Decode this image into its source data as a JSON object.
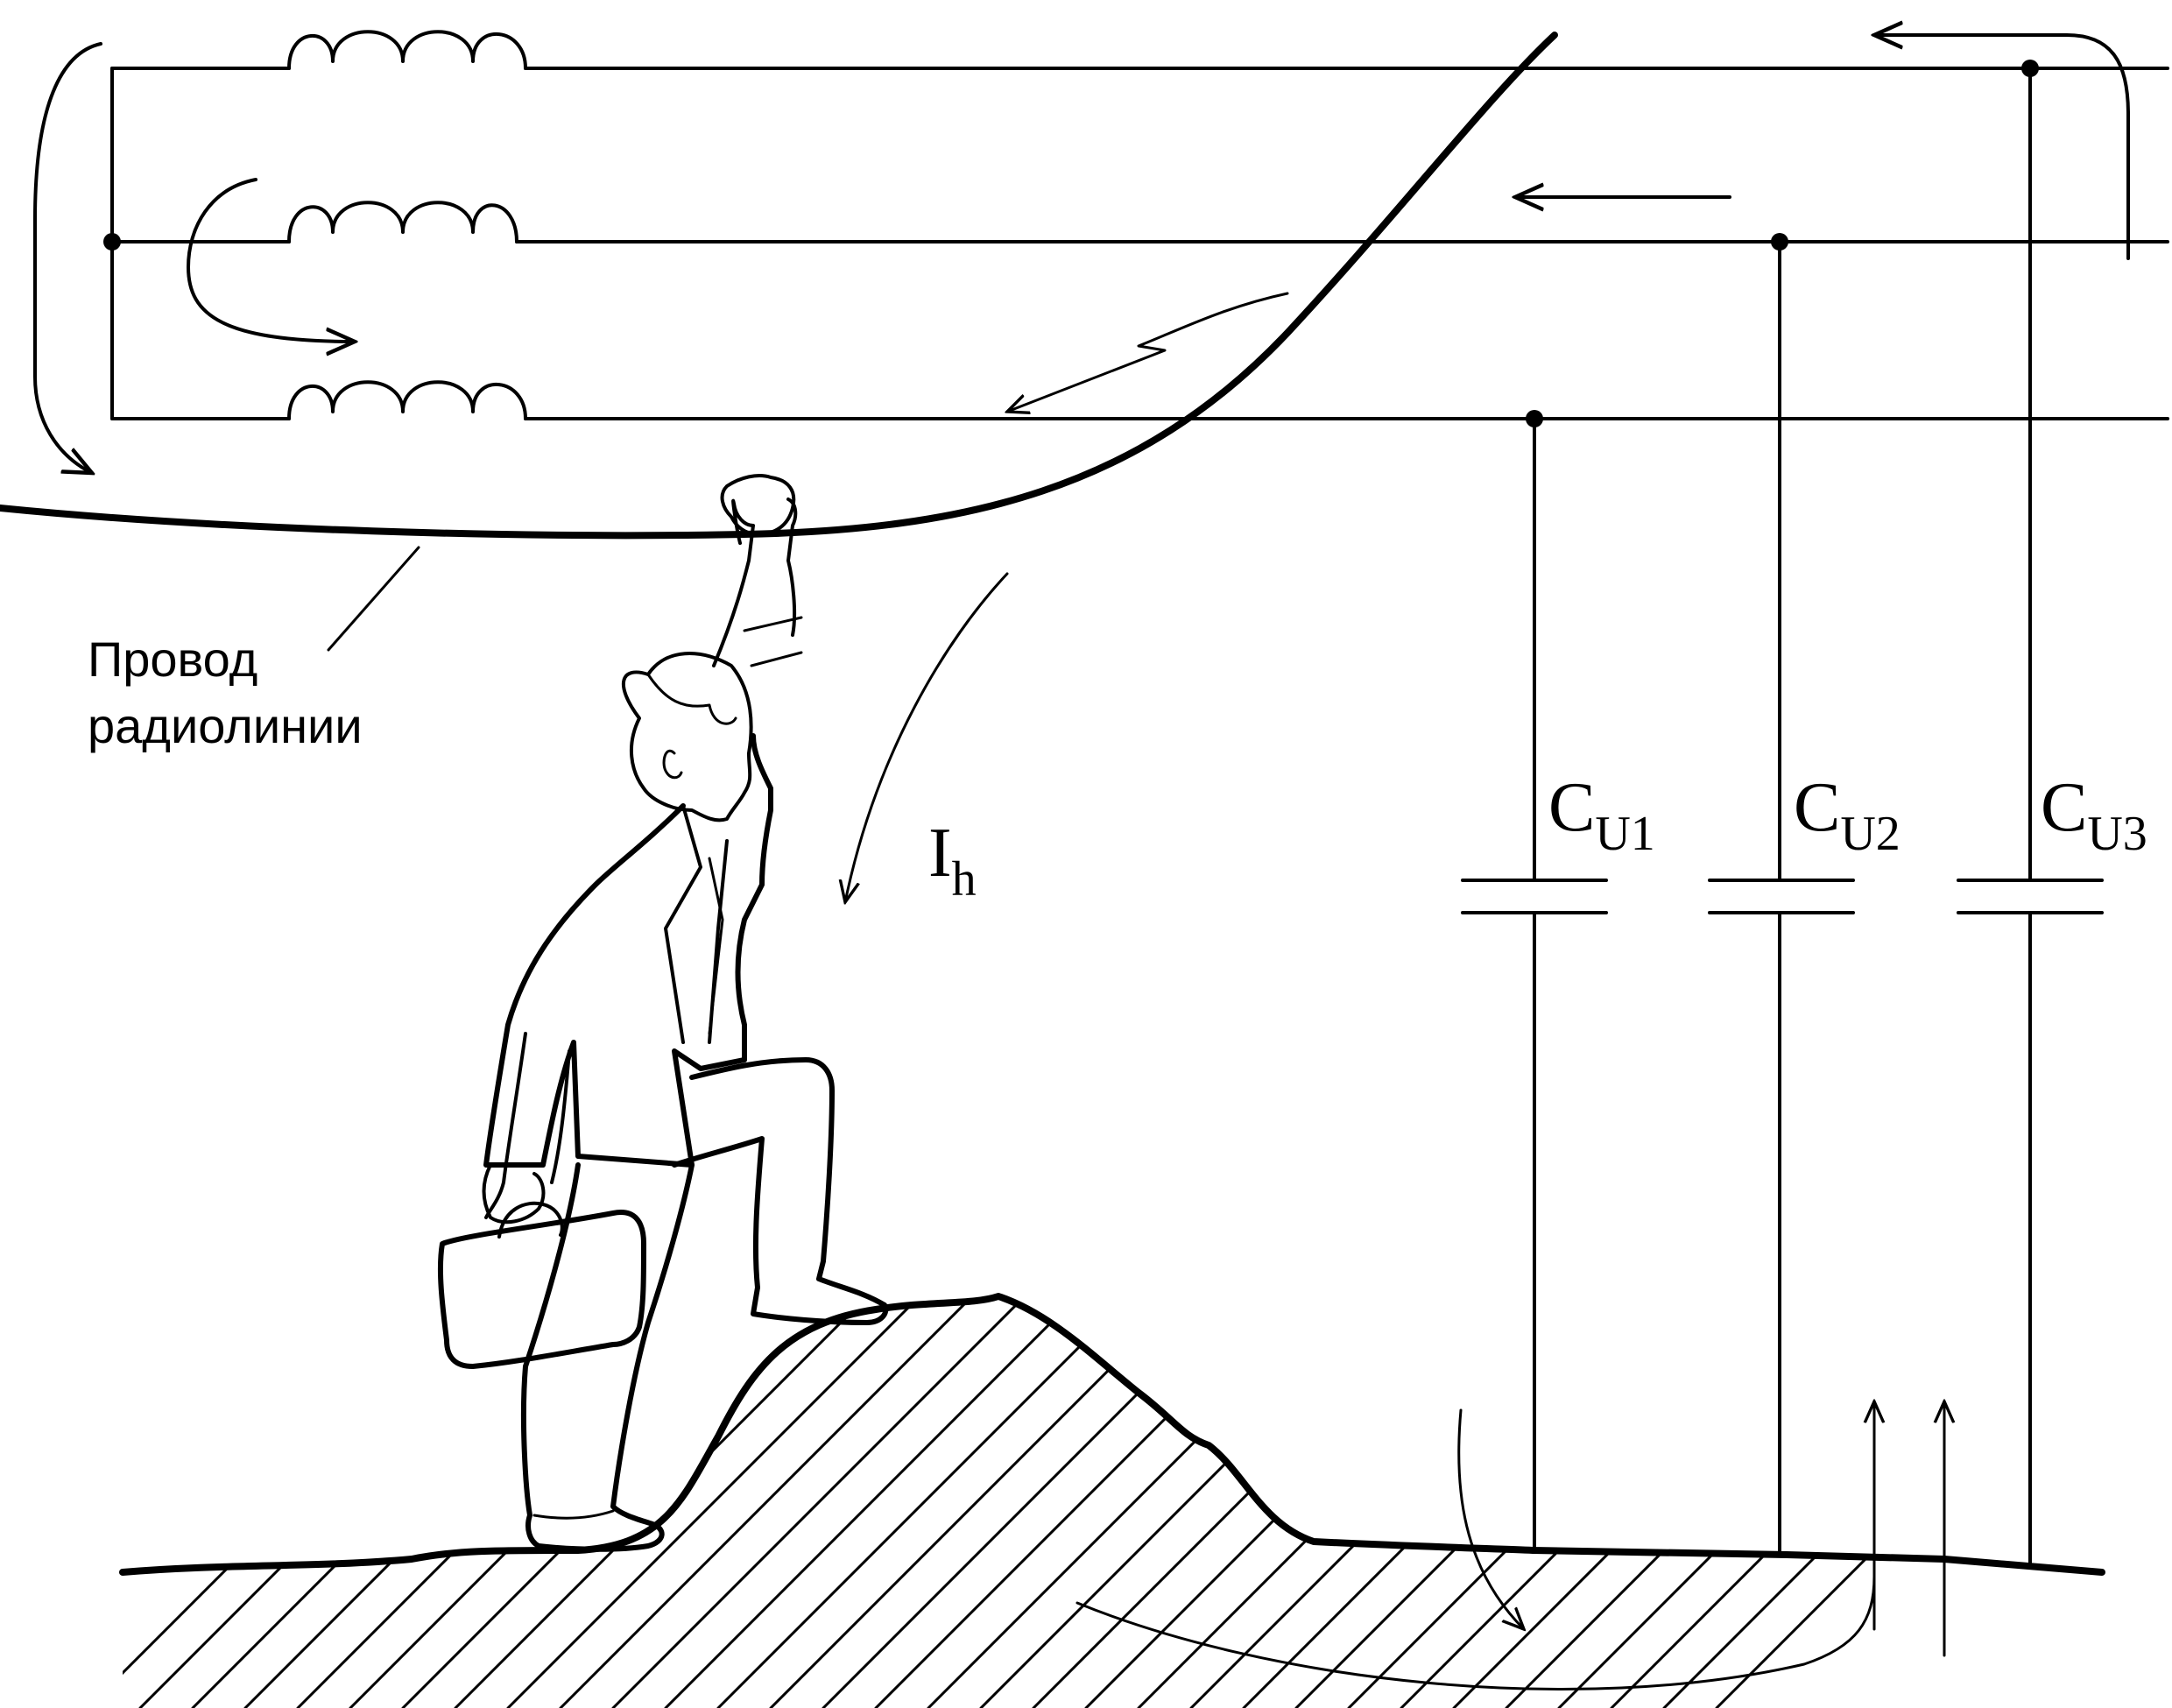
{
  "labels": {
    "wire_line1": "Провод",
    "wire_line2": "радиолинии",
    "current_main": "I",
    "current_sub": "h"
  },
  "capacitors": [
    {
      "main": "C",
      "sub": "U1"
    },
    {
      "main": "C",
      "sub": "U2"
    },
    {
      "main": "C",
      "sub": "U3"
    }
  ],
  "colors": {
    "ink": "#000000",
    "background": "#ffffff"
  }
}
